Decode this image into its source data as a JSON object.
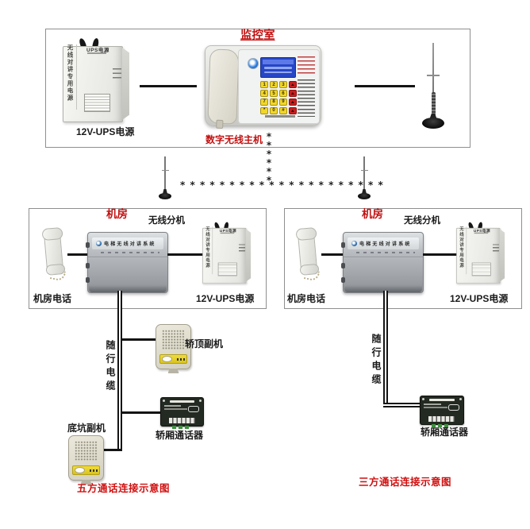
{
  "colors": {
    "accent_red": "#c11111",
    "caption_red": "#d01010",
    "line_black": "#141414",
    "box_border": "#8f8f8f",
    "key_yellow": "#f2d72a",
    "key_red": "#c81e1e",
    "screen_blue": "#2646c6",
    "device_silver": "#a2a6aa",
    "pcb_green": "#3f8f3f"
  },
  "top_box": {
    "title": "监控室",
    "ups_label": "12V-UPS电源",
    "host_label": "数字无线主机"
  },
  "ups_text": {
    "side": "无线对讲专用电源",
    "top": "UPS电源"
  },
  "host": {
    "keys": [
      "1",
      "2",
      "3",
      "4",
      "5",
      "6",
      "7",
      "8",
      "9",
      "*",
      "0",
      "#"
    ]
  },
  "device_text": "电梯无线对讲系统",
  "wireless": {
    "vertical": "******",
    "horizontal": "*********************"
  },
  "left_room": {
    "title": "机房",
    "subtitle": "无线分机",
    "phone_label": "机房电话",
    "ups_label": "12V-UPS电源"
  },
  "right_room": {
    "title": "机房",
    "subtitle": "无线分机",
    "phone_label": "机房电话",
    "ups_label": "12V-UPS电源"
  },
  "left_branch": {
    "cable_label": "随行电缆",
    "car_top_label": "轿顶副机",
    "car_talk_label": "轿厢通话器",
    "pit_label": "底坑副机",
    "caption": "五方通话连接示意图"
  },
  "right_branch": {
    "cable_label": "随行电缆",
    "car_talk_label": "轿厢通话器",
    "caption": "三方通话连接示意图"
  }
}
